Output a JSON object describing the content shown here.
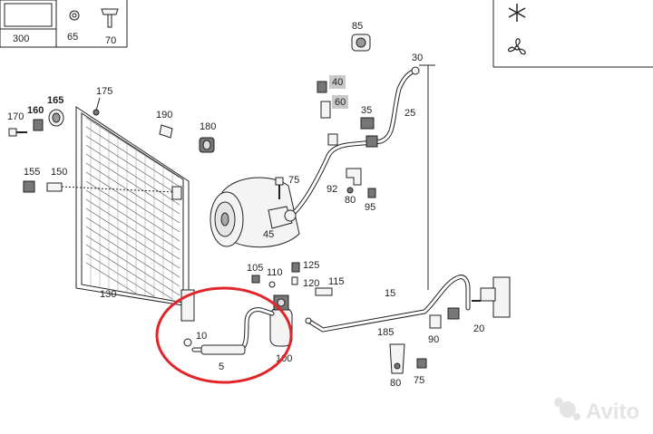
{
  "labels": {
    "p300": "300",
    "p65": "65",
    "p70": "70",
    "p85": "85",
    "p30": "30",
    "p40": "40",
    "p60": "60",
    "p35": "35",
    "p25": "25",
    "p175": "175",
    "p165": "165",
    "p160": "160",
    "p170": "170",
    "p190": "190",
    "p180": "180",
    "p155": "155",
    "p150": "150",
    "p75a": "75",
    "p92": "92",
    "p80a": "80",
    "p95": "95",
    "p45": "45",
    "p130": "130",
    "p105": "105",
    "p110": "110",
    "p125": "125",
    "p120": "120",
    "p115": "115",
    "p15": "15",
    "p10": "10",
    "p5": "5",
    "p100": "100",
    "p185": "185",
    "p90": "90",
    "p20": "20",
    "p80b": "80",
    "p75b": "75"
  },
  "legend": {
    "cooling_icon": "snowflake-icon",
    "fan_icon": "fan-icon"
  },
  "watermark": "Avito",
  "colors": {
    "highlight_circle": "#e0262a",
    "line": "#222222",
    "label_highlight": "#c9c9c9"
  }
}
